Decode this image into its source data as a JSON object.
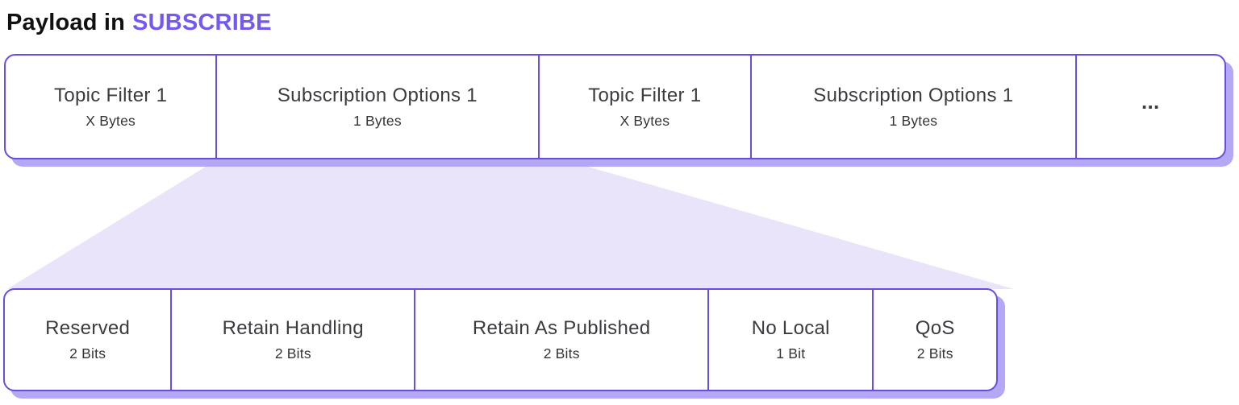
{
  "title": {
    "prefix": "Payload in",
    "highlight": "SUBSCRIBE"
  },
  "colors": {
    "accent": "#7458f0",
    "border": "#6a4ce0",
    "shadow": "#b4a7f3",
    "trapezoid": "#e9e4f9",
    "text": "#3b3b40"
  },
  "top_row": {
    "cells": [
      {
        "label": "Topic Filter 1",
        "size": "X Bytes"
      },
      {
        "label": "Subscription Options 1",
        "size": "1 Bytes"
      },
      {
        "label": "Topic Filter 1",
        "size": "X Bytes"
      },
      {
        "label": "Subscription Options 1",
        "size": "1 Bytes"
      },
      {
        "label": "..."
      }
    ]
  },
  "bottom_row": {
    "cells": [
      {
        "label": "Reserved",
        "size": "2 Bits"
      },
      {
        "label": "Retain Handling",
        "size": "2 Bits"
      },
      {
        "label": "Retain As Published",
        "size": "2 Bits"
      },
      {
        "label": "No Local",
        "size": "1 Bit"
      },
      {
        "label": "QoS",
        "size": "2 Bits"
      }
    ]
  }
}
